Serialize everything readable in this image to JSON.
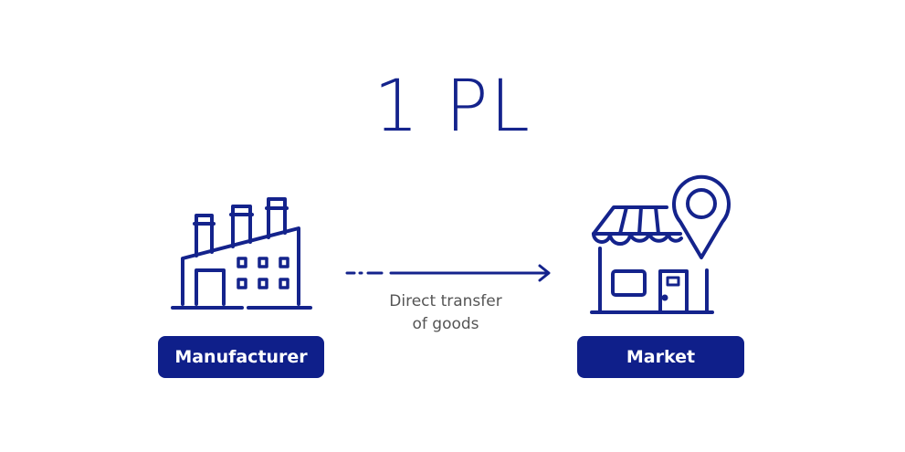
{
  "title": "1 PL",
  "nodes": {
    "manufacturer": {
      "label": "Manufacturer",
      "icon": "factory-icon"
    },
    "market": {
      "label": "Market",
      "icon": "store-location-icon"
    }
  },
  "flow": {
    "line1": "Direct transfer",
    "line2": "of goods",
    "icon": "arrow-right-icon"
  },
  "colors": {
    "primary": "#0f1f8a",
    "caption": "#555555"
  }
}
